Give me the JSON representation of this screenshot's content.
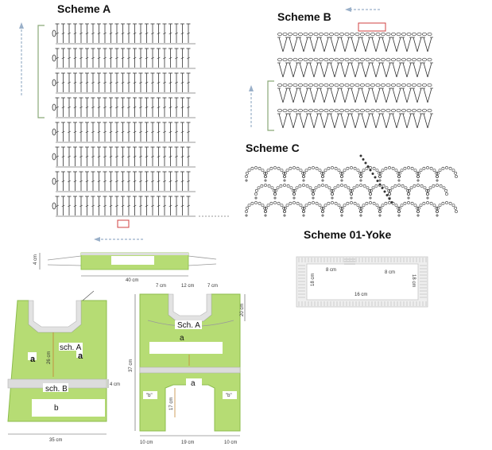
{
  "titles": {
    "scheme_a": "Scheme A",
    "scheme_b": "Scheme B",
    "scheme_c": "Scheme C",
    "scheme_yoke": "Scheme 01-Yoke"
  },
  "strap": {
    "width": "40 cm",
    "height": "4 cm"
  },
  "yoke": {
    "side_left": "8 cm",
    "side_right": "8 cm",
    "bottom": "16 cm",
    "left": "18 cm",
    "right": "18 cm"
  },
  "front": {
    "sch_a": "sch. A",
    "sch_b": "sch. B",
    "a_left": "a",
    "a_right": "a",
    "b": "b",
    "height_small": "26 cm",
    "band": "4 cm",
    "width": "35 cm"
  },
  "back": {
    "top_left": "7 cm",
    "top_mid": "12 cm",
    "top_right": "7 cm",
    "sch_a": "Sch. A",
    "a_top": "a",
    "a_mid": "a",
    "b_left": "\"b\"",
    "b_right": "\"b\"",
    "height": "37 cm",
    "slit": "17 cm",
    "side": "20 cm",
    "bottom_left": "10 cm",
    "bottom_mid": "19 cm",
    "bottom_right": "10 cm"
  },
  "colors": {
    "green": "#b6dc74",
    "green_dark": "#8dbd4e",
    "stitch": "#333333",
    "bracket": "#8aa978",
    "arrow": "#9ab0c9"
  }
}
